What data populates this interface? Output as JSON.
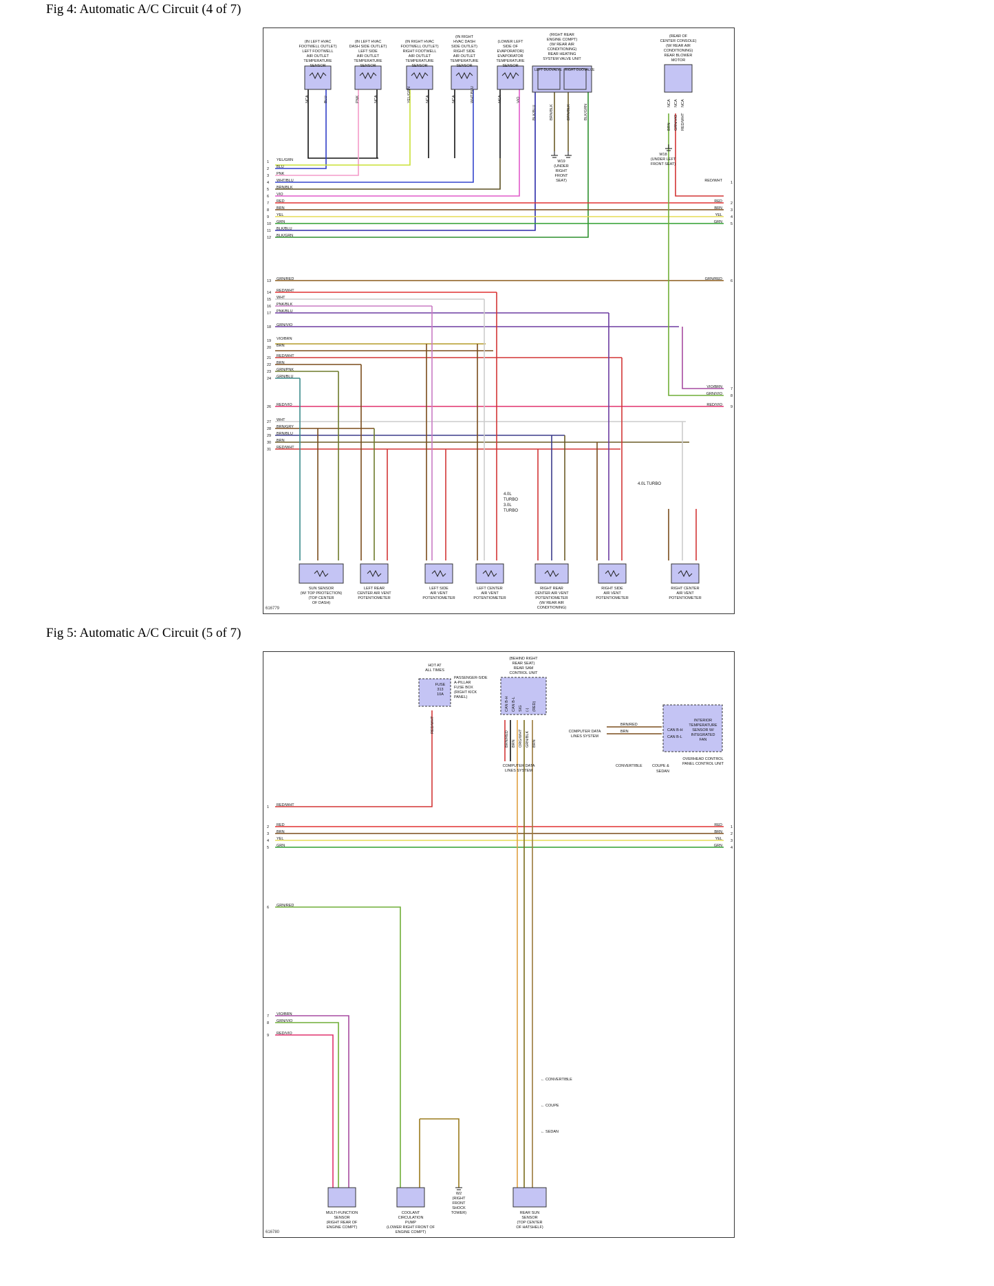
{
  "fig4": {
    "title": "Fig 4: Automatic A/C Circuit (4 of 7)",
    "id": "616779",
    "sensors": [
      {
        "label": [
          "(IN LEFT HVAC",
          "FOOTWELL OUTLET)",
          "LEFT FOOTWELL",
          "AIR OUTLET",
          "TEMPERATURE",
          "SENSOR"
        ],
        "pins": [
          "NCA",
          "BLU"
        ]
      },
      {
        "label": [
          "(IN LEFT HVAC",
          "DASH SIDE OUTLET)",
          "LEFT SIDE",
          "AIR OUTLET",
          "TEMPERATURE",
          "SENSOR"
        ],
        "pins": [
          "PNK",
          "NCA"
        ]
      },
      {
        "label": [
          "(IN RIGHT HVAC",
          "FOOTWELL OUTLET)",
          "RIGHT FOOTWELL",
          "AIR OUTLET",
          "TEMPERATURE",
          "SENSOR"
        ],
        "pins": [
          "YEL/GRN",
          "NCA"
        ]
      },
      {
        "label": [
          "(IN RIGHT",
          "HVAC DASH",
          "SIDE OUTLET)",
          "RIGHT SIDE",
          "AIR OUTLET",
          "TEMPERATURE",
          "SENSOR"
        ],
        "pins": [
          "NCA",
          "WHT/BLU"
        ]
      },
      {
        "label": [
          "(LOWER LEFT",
          "SIDE OF",
          "EVAPORATOR)",
          "EVAPORATOR",
          "TEMPERATURE",
          "SENSOR"
        ],
        "pins": [
          "NCA",
          "VIO"
        ]
      }
    ],
    "duovalve": {
      "label": [
        "(RIGHT REAR",
        "ENGINE COMPT)",
        "(W/ REAR AIR",
        "CONDITIONING)",
        "REAR HEATING",
        "SYSTEM VALVE UNIT"
      ],
      "left": "LEFT DUOVALVE",
      "right": "RIGHT DUOVALVE",
      "pins": [
        "BLK/BLU",
        "BRN/BLK",
        "BRN/BLK",
        "BLK/GRN"
      ]
    },
    "blower": {
      "label": [
        "(REAR OF",
        "CENTER CONSOLE)",
        "(W/ REAR AIR",
        "CONDITIONING)",
        "REAR BLOWER",
        "MOTOR"
      ],
      "pins": [
        "BRN",
        "GRN/VIO",
        "RED/WHT"
      ],
      "ncas": [
        "NCA",
        "NCA",
        "NCA"
      ]
    },
    "grounds": {
      "w19": [
        "W19",
        "(UNDER",
        "RIGHT",
        "FRONT",
        "SEAT)"
      ],
      "w18": [
        "W18",
        "(UNDER LEFT",
        "FRONT SEAT)"
      ]
    },
    "wires_top": [
      "YEL/GRN",
      "BLU",
      "PNK",
      "WHT/BLU",
      "BRN/BLK",
      "VIO",
      "RED",
      "BRN",
      "YEL",
      "GRN",
      "BLK/BLU",
      "BLK/GRN"
    ],
    "wires_mid": [
      "GRN/RED",
      "RED/WHT",
      "WHT",
      "PNK/BLK",
      "PNK/BLU",
      "GRN/VIO",
      "VIO/BRN",
      "BRN",
      "RED/WHT",
      "BRN",
      "GRN/PNK",
      "GRN/BLU"
    ],
    "wires_low": [
      "RED/VIO",
      "WHT",
      "BRN/GRY",
      "BRN/BLU",
      "BRN",
      "RED/WHT"
    ],
    "right_labels": [
      "RED/WHT",
      "RED",
      "BRN",
      "YEL",
      "GRN",
      "GRN/RED",
      "VIO/BRN",
      "GRN/VIO",
      "RED/VIO"
    ],
    "annotations": [
      "4.0L TURBO",
      "4.0L",
      "TURBO",
      "3.0L",
      "TURBO"
    ],
    "bottom_components": [
      {
        "label": [
          "SUN SENSOR",
          "(W/ TOP PROTECTION)",
          "(TOP CENTER",
          "OF DASH)"
        ]
      },
      {
        "label": [
          "LEFT REAR",
          "CENTER AIR VENT",
          "POTENTIOMETER"
        ]
      },
      {
        "label": [
          "LEFT SIDE",
          "AIR VENT",
          "POTENTIOMETER"
        ]
      },
      {
        "label": [
          "LEFT CENTER",
          "AIR VENT",
          "POTENTIOMETER"
        ]
      },
      {
        "label": [
          "RIGHT REAR",
          "CENTER AIR VENT",
          "POTENTIOMETER",
          "(W/ REAR AIR",
          "CONDITIONING)"
        ]
      },
      {
        "label": [
          "RIGHT SIDE",
          "AIR VENT",
          "POTENTIOMETER"
        ]
      },
      {
        "label": [
          "RIGHT CENTER",
          "AIR VENT",
          "POTENTIOMETER"
        ]
      }
    ]
  },
  "fig5": {
    "title": "Fig 5: Automatic A/C Circuit (5 of 7)",
    "id": "616780",
    "fuse": {
      "hot": [
        "HOT AT",
        "ALL TIMES"
      ],
      "inner": [
        "FUSE",
        "313",
        "10A"
      ],
      "label": [
        "PASSENGER-SIDE",
        "A-PILLAR",
        "FUSE BOX",
        "(RIGHT KICK",
        "PANEL)"
      ],
      "wire": "RED/WHT"
    },
    "sam": {
      "label": [
        "(BEHIND RIGHT",
        "REAR SEAT)",
        "REAR SAM",
        "CONTROL UNIT"
      ],
      "pins": [
        "CAN B-H",
        "CAN B-L",
        "SIG",
        "(-)",
        "(RED)"
      ],
      "wires": [
        "BRN/RED",
        "BRN",
        "ORG/WHT",
        "GRN/BLK",
        "BRN"
      ]
    },
    "overhead": {
      "label": [
        "INTERIOR",
        "TEMPERATURE",
        "SENSOR W/",
        "INTEGRATED",
        "FAN"
      ],
      "pins": [
        "CAN B-H",
        "CAN B-L"
      ],
      "wires": [
        "BRN/RED",
        "BRN"
      ],
      "name": [
        "OVERHEAD CONTROL",
        "PANEL CONTROL UNIT"
      ],
      "notes": [
        "CONVERTIBLE",
        "COUPE &",
        "SEDAN"
      ]
    },
    "cdl": [
      "COMPUTER DATA",
      "LINES SYSTEM"
    ],
    "wires_left": [
      "RED/WHT",
      "RED",
      "BRN",
      "YEL",
      "GRN",
      "GRN/RED",
      "VIO/BRN",
      "GRN/VIO",
      "RED/VIO"
    ],
    "wires_right": [
      "RED",
      "BRN",
      "YEL",
      "GRN"
    ],
    "variants": [
      "CONVERTIBLE",
      "COUPE",
      "SEDAN"
    ],
    "components": [
      {
        "label": [
          "MULTI-FUNCTION",
          "SENSOR",
          "(RIGHT REAR OF",
          "ENGINE COMPT)"
        ]
      },
      {
        "label": [
          "COOLANT",
          "CIRCULATION",
          "PUMP",
          "(LOWER RIGHT FRONT OF",
          "ENGINE COMPT)"
        ]
      },
      {
        "label": [
          "W2",
          "(RIGHT",
          "FRONT",
          "SHOCK",
          "TOWER)"
        ]
      },
      {
        "label": [
          "REAR SUN",
          "SENSOR",
          "(TOP CENTER",
          "OF HATSHELF)"
        ]
      }
    ]
  }
}
